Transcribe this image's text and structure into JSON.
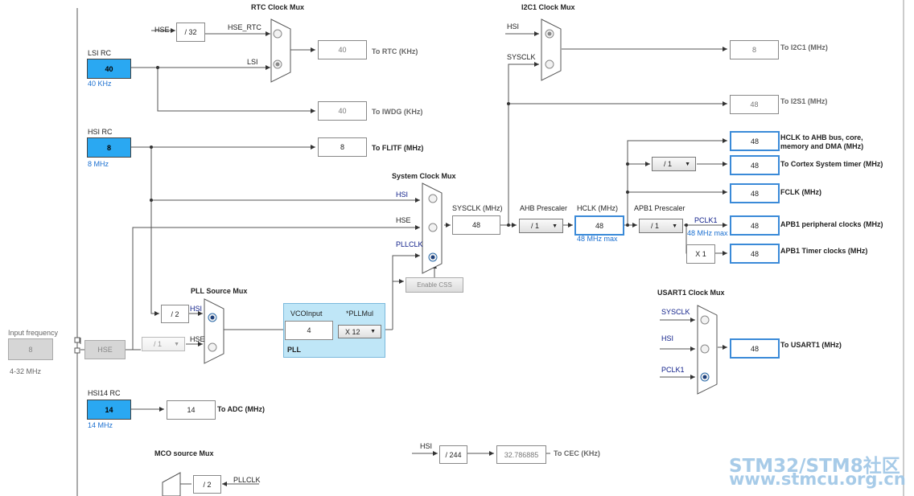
{
  "muxes": {
    "rtc": "RTC Clock Mux",
    "i2c1": "I2C1 Clock Mux",
    "system": "System Clock Mux",
    "pll_source": "PLL Source Mux",
    "usart1": "USART1 Clock Mux",
    "mco": "MCO source Mux"
  },
  "sources": {
    "lsi": {
      "title": "LSI RC",
      "value": "40",
      "freq": "40 KHz"
    },
    "hsi": {
      "title": "HSI RC",
      "value": "8",
      "freq": "8 MHz"
    },
    "hsi14": {
      "title": "HSI14 RC",
      "value": "14",
      "freq": "14 MHz"
    },
    "input": {
      "title": "Input frequency",
      "value": "8",
      "range": "4-32 MHz"
    },
    "hse_block": "HSE"
  },
  "signals": {
    "hse": "HSE",
    "hse_rtc": "HSE_RTC",
    "lsi": "LSI",
    "hsi": "HSI",
    "sysclk": "SYSCLK",
    "pllclk": "PLLCLK",
    "pclk1": "PCLK1"
  },
  "dividers": {
    "hse_32": "/ 32",
    "pll_hsi_2": "/ 2",
    "hse_pre": "/ 1",
    "cec_244": "/ 244",
    "mco_2": "/ 2"
  },
  "outputs": {
    "rtc": {
      "value": "40",
      "label": "To RTC (KHz)"
    },
    "iwdg": {
      "value": "40",
      "label": "To IWDG (KHz)"
    },
    "flitf": {
      "value": "8",
      "label": "To FLITF (MHz)"
    },
    "i2c1": {
      "value": "8",
      "label": "To I2C1 (MHz)"
    },
    "i2s1": {
      "value": "48",
      "label": "To I2S1 (MHz)"
    },
    "ahb": {
      "value": "48",
      "label": "HCLK to AHB bus, core,",
      "label2": "memory and DMA (MHz)"
    },
    "cortex": {
      "value": "48",
      "label": "To Cortex System timer (MHz)"
    },
    "fclk": {
      "value": "48",
      "label": "FCLK (MHz)"
    },
    "apb1": {
      "value": "48",
      "label": "APB1 peripheral clocks (MHz)"
    },
    "apb1_timer": {
      "value": "48",
      "label": "APB1 Timer clocks (MHz)"
    },
    "usart1": {
      "value": "48",
      "label": "To USART1 (MHz)"
    },
    "adc": {
      "value": "14",
      "label": "To ADC (MHz)"
    },
    "cec": {
      "value": "32.786885",
      "label": "To CEC (KHz)"
    }
  },
  "sysclk": {
    "label": "SYSCLK (MHz)",
    "value": "48"
  },
  "ahb_prescaler": {
    "label": "AHB Prescaler",
    "value": "/ 1"
  },
  "hclk": {
    "label": "HCLK (MHz)",
    "value": "48",
    "max": "48 MHz max"
  },
  "apb1_prescaler": {
    "label": "APB1 Prescaler",
    "value": "/ 1"
  },
  "pclk1_max": "48 MHz max",
  "cortex_div": "/ 1",
  "timer_mul": "X 1",
  "pll": {
    "vco_label": "VCOInput",
    "vco_value": "4",
    "mul_label": "*PLLMul",
    "mul_value": "X 12",
    "title": "PLL"
  },
  "enable_css": "Enable CSS",
  "watermark": {
    "line1": "STM32/STM8社区",
    "line2": "www.stmcu.org.cn"
  }
}
